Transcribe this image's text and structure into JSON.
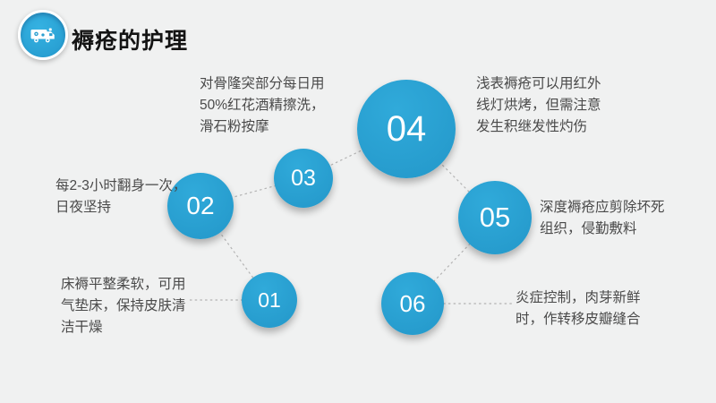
{
  "slide": {
    "title": "褥疮的护理",
    "background_color": "#f0f1f1",
    "accent_color": "#2aa4d6",
    "header_icon": "ambulance-icon"
  },
  "steps": [
    {
      "number": "01",
      "text": "床褥平整柔软，可用\n气垫床，保持皮肤清\n洁干燥"
    },
    {
      "number": "02",
      "text": "每2-3小时翻身一次，\n日夜坚持"
    },
    {
      "number": "03",
      "text": "对骨隆突部分每日用\n50%红花酒精擦洗，\n滑石粉按摩"
    },
    {
      "number": "04",
      "text": "浅表褥疮可以用红外\n线灯烘烤，但需注意\n发生积继发性灼伤"
    },
    {
      "number": "05",
      "text": "深度褥疮应剪除坏死\n组织，侵勤敷料"
    },
    {
      "number": "06",
      "text": "炎症控制，肉芽新鲜\n时，作转移皮瓣缝合"
    }
  ]
}
